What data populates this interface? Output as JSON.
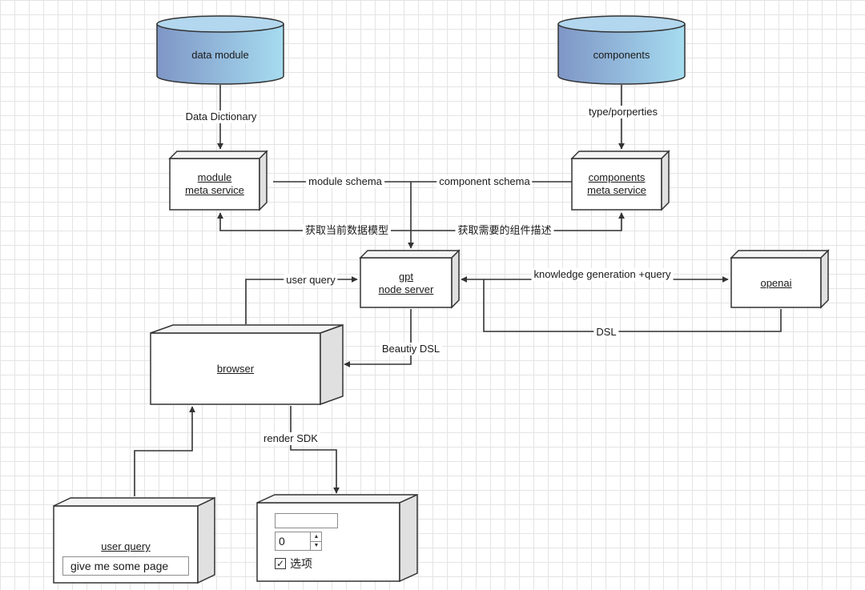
{
  "nodes": {
    "data_module": "data module",
    "components_store": "components",
    "module_meta_service": [
      "module",
      "meta service"
    ],
    "components_meta_service": [
      "components",
      "meta service"
    ],
    "gpt_node_server": [
      "gpt",
      "node server"
    ],
    "openai": "openai",
    "browser": "browser",
    "user_query_box": "user query",
    "user_query_input_value": "give me some page"
  },
  "edges": {
    "data_dictionary": "Data Dictionary",
    "type_properties": "type/porperties",
    "module_schema": "module schema",
    "component_schema": "component schema",
    "get_data_model": "获取当前数据模型",
    "get_component_desc": "获取需要的组件描述",
    "user_query": "user query",
    "knowledge_generation": "knowledge generation +query",
    "dsl": "DSL",
    "beautify_dsl": "Beautiy DSL",
    "render_sdk": "render SDK"
  },
  "rendered_form": {
    "number_value": "0",
    "checkbox_label": "选项",
    "checkbox_checked": true
  },
  "colors": {
    "cylinder_left": "#7f96c6",
    "cylinder_right": "#a6dcf0",
    "cylinder_top": "#b2d7ee",
    "stroke": "#333333"
  }
}
